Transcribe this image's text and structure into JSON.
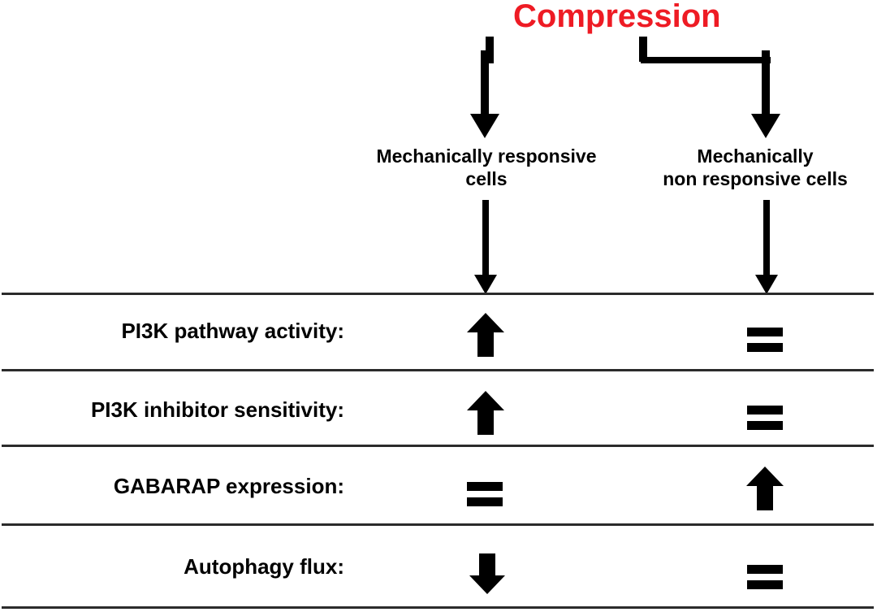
{
  "figure": {
    "title": "Compression",
    "title_color": "#ee1b24",
    "line_color": "#2b2b2b",
    "symbol_color": "#000000"
  },
  "columns": [
    {
      "id": "responsive",
      "header": "Mechanically responsive\ncells"
    },
    {
      "id": "non-responsive",
      "header": "Mechanically\nnon responsive cells"
    }
  ],
  "rows": [
    {
      "label": "PI3K pathway activity:",
      "responsive": "up-arrow",
      "non_responsive": "equals-sign"
    },
    {
      "label": "PI3K inhibitor sensitivity:",
      "responsive": "up-arrow",
      "non_responsive": "equals-sign"
    },
    {
      "label": "GABARAP expression:",
      "responsive": "equals-sign",
      "non_responsive": "up-arrow"
    },
    {
      "label": "Autophagy flux:",
      "responsive": "down-arrow",
      "non_responsive": "equals-sign"
    }
  ],
  "connectors": {
    "branch_label": "compression-branches-to-two-cell-types",
    "column_arrow_label": "column-flow-arrow"
  }
}
